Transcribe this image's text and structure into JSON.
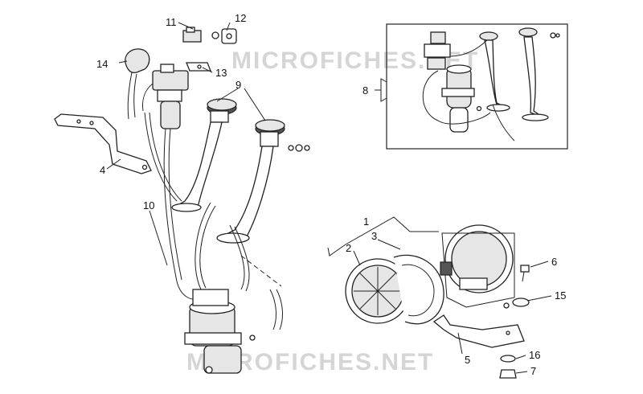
{
  "watermark": {
    "top": "MICROFICHES.NET",
    "bottom": "MICROFICHES.NET"
  },
  "callouts": {
    "c1": "1",
    "c2": "2",
    "c3": "3",
    "c4": "4",
    "c5": "5",
    "c6": "6",
    "c7": "7",
    "c8": "8",
    "c9": "9",
    "c10": "10",
    "c11": "11",
    "c12": "12",
    "c13": "13",
    "c14": "14",
    "c15": "15",
    "c16": "16"
  }
}
